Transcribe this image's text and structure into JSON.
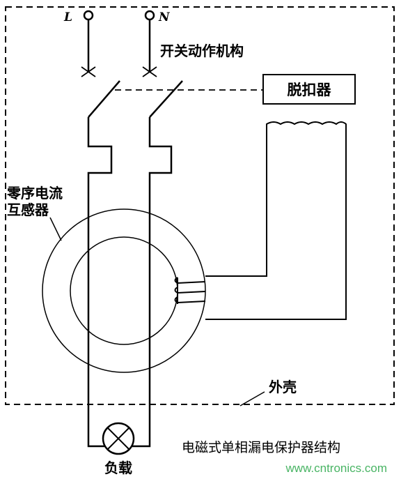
{
  "terminals": {
    "line": "L",
    "neutral": "N"
  },
  "labels": {
    "switch_mechanism": "开关动作机构",
    "trip_device": "脱扣器",
    "zero_sequence_ct_line1": "零序电流",
    "zero_sequence_ct_line2": "互感器",
    "housing": "外壳",
    "load": "负载"
  },
  "caption": "电磁式单相漏电保护器结构",
  "watermark": "www.cntronics.com",
  "colors": {
    "line": "#000000",
    "watermark": "#2aa84a"
  }
}
